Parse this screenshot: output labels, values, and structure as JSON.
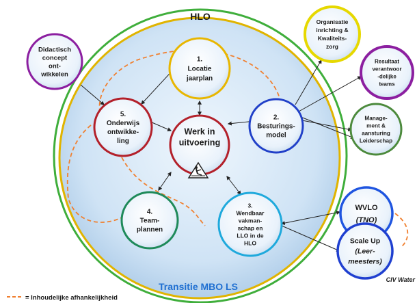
{
  "outer_title": "HLO",
  "inner_title": "Transitie MBO LS",
  "center": {
    "lines": [
      "Werk in",
      "uitvoering"
    ],
    "icon": "road-works-icon"
  },
  "inner_nodes": [
    {
      "id": "locatie",
      "lines": [
        "1.",
        "Locatie",
        "jaarplan"
      ],
      "color": "#e8b600"
    },
    {
      "id": "besturing",
      "lines": [
        "2.",
        "Besturings-",
        "model"
      ],
      "color": "#2140c8"
    },
    {
      "id": "wendbaar",
      "lines": [
        "3.",
        "Wendbaar",
        "vakman-",
        "schap en",
        "LLO in de",
        "HLO"
      ],
      "color": "#1fa9dc"
    },
    {
      "id": "team",
      "lines": [
        "4.",
        "Team-",
        "plannen"
      ],
      "color": "#1f8a5a"
    },
    {
      "id": "onderwijs",
      "lines": [
        "5.",
        "Onderwijs",
        "ontwikke-",
        "ling"
      ],
      "color": "#b3202a"
    }
  ],
  "outer_nodes": [
    {
      "id": "didactisch",
      "lines": [
        "Didactisch",
        "concept",
        "ont-",
        "wikkelen"
      ],
      "color": "#8c1fa0"
    },
    {
      "id": "organisatie",
      "lines": [
        "Organisatie",
        "inrichting &",
        "Kwaliteits-",
        "zorg"
      ],
      "color": "#e6d800"
    },
    {
      "id": "resultaat",
      "lines": [
        "Resultaat",
        "verantwoor",
        "-delijke",
        "teams"
      ],
      "color": "#8c1fa0"
    },
    {
      "id": "management",
      "lines": [
        "Manage-",
        "ment &",
        "aansturing",
        "Leiderschap"
      ],
      "color": "#4c8a3c"
    },
    {
      "id": "wvlo",
      "lines": [
        "WVLO",
        "(TNO)"
      ],
      "color": "#1f55e0"
    },
    {
      "id": "scaleup",
      "lines": [
        "Scale Up",
        "(Leer-",
        "meesters)"
      ],
      "color": "#1f3fd0"
    }
  ],
  "footer_note": "CIV Water",
  "legend": {
    "text": "= Inhoudelijke afhankelijkheid",
    "color": "#f08030"
  }
}
